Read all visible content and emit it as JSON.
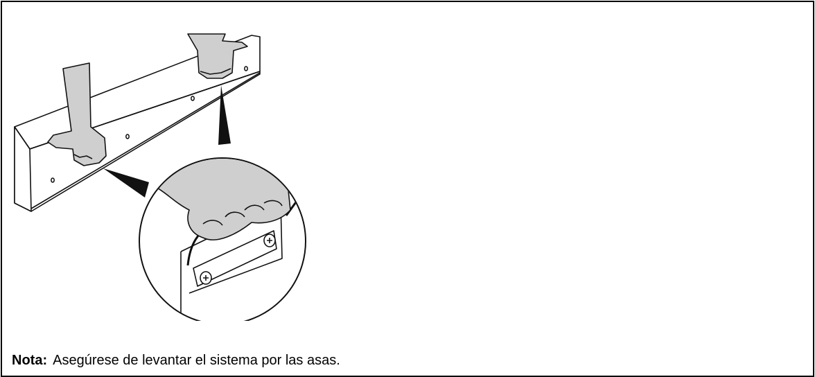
{
  "figure": {
    "description_icon": "server-lift-handles-illustration"
  },
  "note": {
    "label": "Nota:",
    "text": "Asegúrese de levantar el sistema por las asas."
  },
  "colors": {
    "border": "#000000",
    "hand_fill": "#cfcfcf",
    "chassis_fill": "#ffffff",
    "outline": "#111111"
  }
}
